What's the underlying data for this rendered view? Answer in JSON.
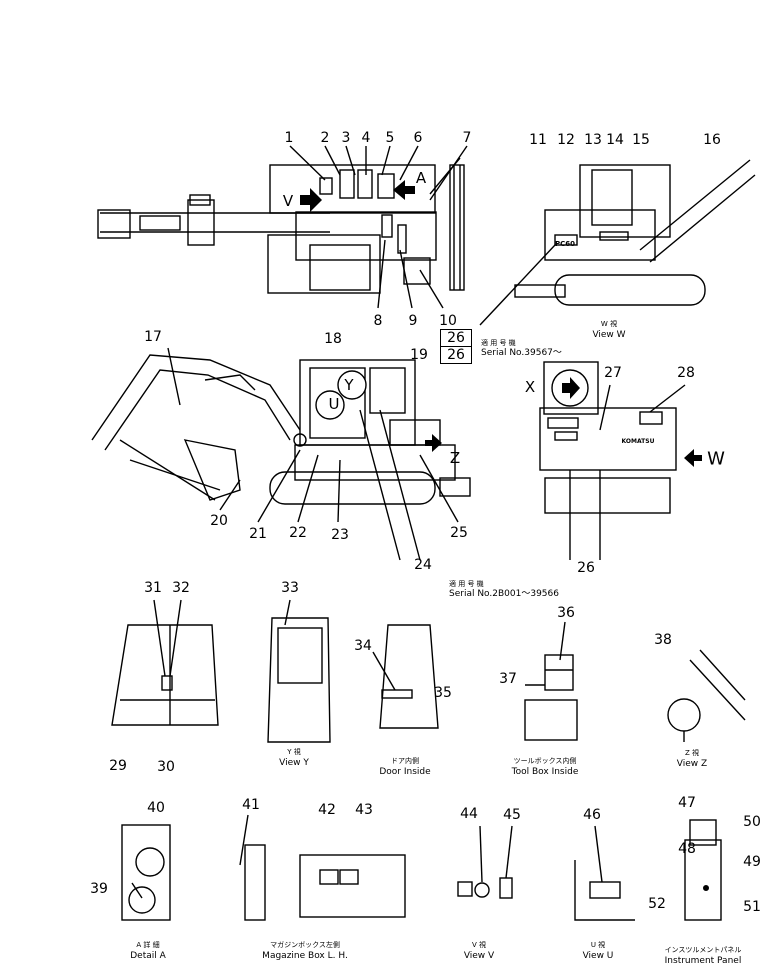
{
  "callouts": {
    "n1": "1",
    "n2": "2",
    "n3": "3",
    "n4": "4",
    "n5": "5",
    "n6": "6",
    "n7": "7",
    "n8": "8",
    "n9": "9",
    "n10": "10",
    "n11": "11",
    "n12": "12",
    "n13": "13",
    "n14": "14",
    "n15": "15",
    "n16": "16",
    "n17": "17",
    "n18": "18",
    "n19": "19",
    "n20": "20",
    "n21": "21",
    "n22": "22",
    "n23": "23",
    "n24": "24",
    "n25": "25",
    "n26a": "26",
    "n26b": "26",
    "n26c": "26",
    "n27": "27",
    "n28": "28",
    "n29": "29",
    "n30": "30",
    "n31": "31",
    "n32": "32",
    "n33": "33",
    "n34": "34",
    "n35": "35",
    "n36": "36",
    "n37": "37",
    "n38": "38",
    "n39": "39",
    "n40": "40",
    "n41": "41",
    "n42": "42",
    "n43": "43",
    "n44": "44",
    "n45": "45",
    "n46": "46",
    "n47": "47",
    "n48": "48",
    "n49": "49",
    "n50": "50",
    "n51": "51",
    "n52": "52"
  },
  "view_letters": {
    "v": "V",
    "a": "A",
    "w": "W",
    "x": "X",
    "y": "Y",
    "u": "U",
    "z": "Z"
  },
  "serials": {
    "upper_jp": "適 用 号 機",
    "upper": "Serial No.39567～",
    "lower_jp": "適 用 号 機",
    "lower": "Serial No.2B001～39566"
  },
  "captions": {
    "view_w_jp": "W 視",
    "view_w": "View W",
    "view_y_jp": "Y 視",
    "view_y": "View Y",
    "door_jp": "ドア内側",
    "door": "Door Inside",
    "toolbox_jp": "ツールボックス内側",
    "toolbox": "Tool Box Inside",
    "view_z_jp": "Z 視",
    "view_z": "View Z",
    "detail_a_jp": "A 詳 細",
    "detail_a": "Detail A",
    "magazine_jp": "マガジンボックス左側",
    "magazine": "Magazine Box L. H.",
    "view_v_jp": "V 視",
    "view_v": "View V",
    "view_u_jp": "U 視",
    "view_u": "View U",
    "panel_jp": "インスツルメントパネル",
    "panel": "Instrument Panel"
  },
  "markings": {
    "brand": "KOMATSU",
    "model": "PC60"
  }
}
